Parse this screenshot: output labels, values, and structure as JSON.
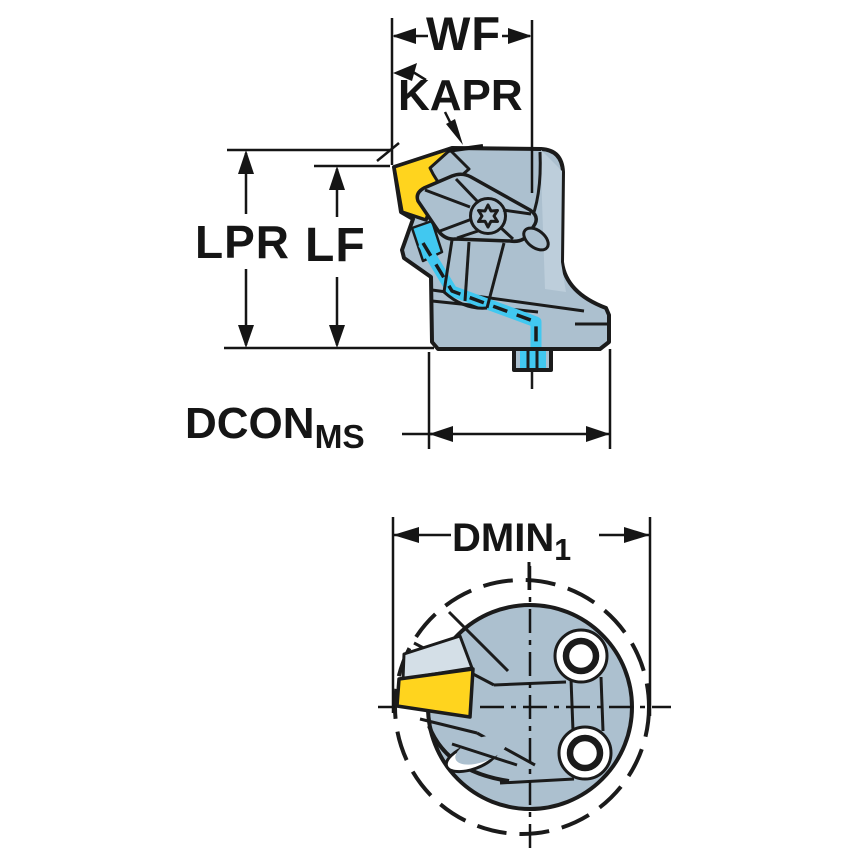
{
  "labels": {
    "wf": "WF",
    "kapr": "KAPR",
    "lpr": "LPR",
    "lf": "LF",
    "dcon_base": "DCON",
    "dcon_sub": "MS",
    "dmin_base": "DMIN",
    "dmin_sub": "1"
  },
  "colors": {
    "background": "#ffffff",
    "body_gray": "#acc0cf",
    "body_gray_light": "#bdcedb",
    "seat_gray_light": "#d4dfe7",
    "insert_yellow": "#ffd41e",
    "coolant_cyan": "#41c8f0",
    "outline_black": "#1b1b1b"
  }
}
